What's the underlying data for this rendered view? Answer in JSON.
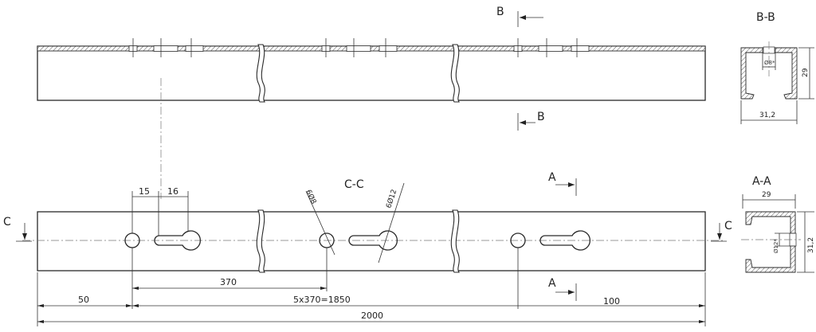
{
  "sections": {
    "bb_arrow_top": "B",
    "bb_arrow_bottom": "B",
    "bb_title": "B-B",
    "cc_title": "C-C",
    "aa_arrow_top": "A",
    "aa_arrow_bottom": "A",
    "aa_title": "A-A",
    "c_left": "C",
    "c_right": "C"
  },
  "dims": {
    "d15": "15",
    "d16": "16",
    "hole_small": "6Ø8",
    "hole_large": "6Ø12",
    "d370": "370",
    "d50": "50",
    "d_pitch": "5x370=1850",
    "d100": "100",
    "d2000": "2000"
  },
  "section_bb_dims": {
    "width": "31,2",
    "height": "29",
    "hole": "Ø8*"
  },
  "section_aa_dims": {
    "width": "29",
    "height": "31,2",
    "hole": "Ø12*"
  }
}
